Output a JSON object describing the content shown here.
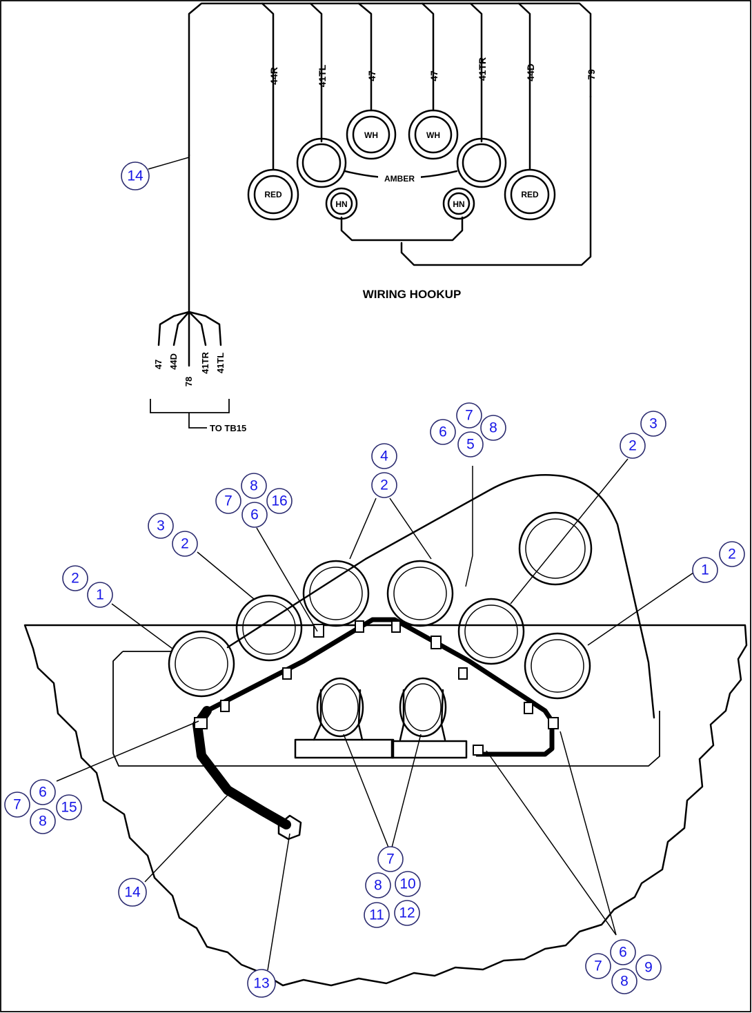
{
  "wiring": {
    "top_wires": [
      "44R",
      "41TL",
      "47",
      "47",
      "41TR",
      "44D",
      "79"
    ],
    "lamps": {
      "red_left": "RED",
      "wh_left": "WH",
      "wh_right": "WH",
      "hn_left": "HN",
      "hn_right": "HN",
      "red_right": "RED",
      "amber": "AMBER"
    },
    "title": "WIRING HOOKUP",
    "fan_wires": [
      "47",
      "44D",
      "78",
      "41TR",
      "41TL"
    ],
    "to_label": "TO TB15"
  },
  "callouts": [
    {
      "label": "14"
    },
    {
      "label": "7"
    },
    {
      "label": "6"
    },
    {
      "label": "8"
    },
    {
      "label": "5"
    },
    {
      "label": "3"
    },
    {
      "label": "2"
    },
    {
      "label": "4"
    },
    {
      "label": "2"
    },
    {
      "label": "8"
    },
    {
      "label": "7"
    },
    {
      "label": "16"
    },
    {
      "label": "6"
    },
    {
      "label": "3"
    },
    {
      "label": "2"
    },
    {
      "label": "2"
    },
    {
      "label": "1"
    },
    {
      "label": "2"
    },
    {
      "label": "1"
    },
    {
      "label": "6"
    },
    {
      "label": "7"
    },
    {
      "label": "15"
    },
    {
      "label": "8"
    },
    {
      "label": "14"
    },
    {
      "label": "7"
    },
    {
      "label": "8"
    },
    {
      "label": "10"
    },
    {
      "label": "11"
    },
    {
      "label": "12"
    },
    {
      "label": "13"
    },
    {
      "label": "6"
    },
    {
      "label": "7"
    },
    {
      "label": "9"
    },
    {
      "label": "8"
    }
  ]
}
